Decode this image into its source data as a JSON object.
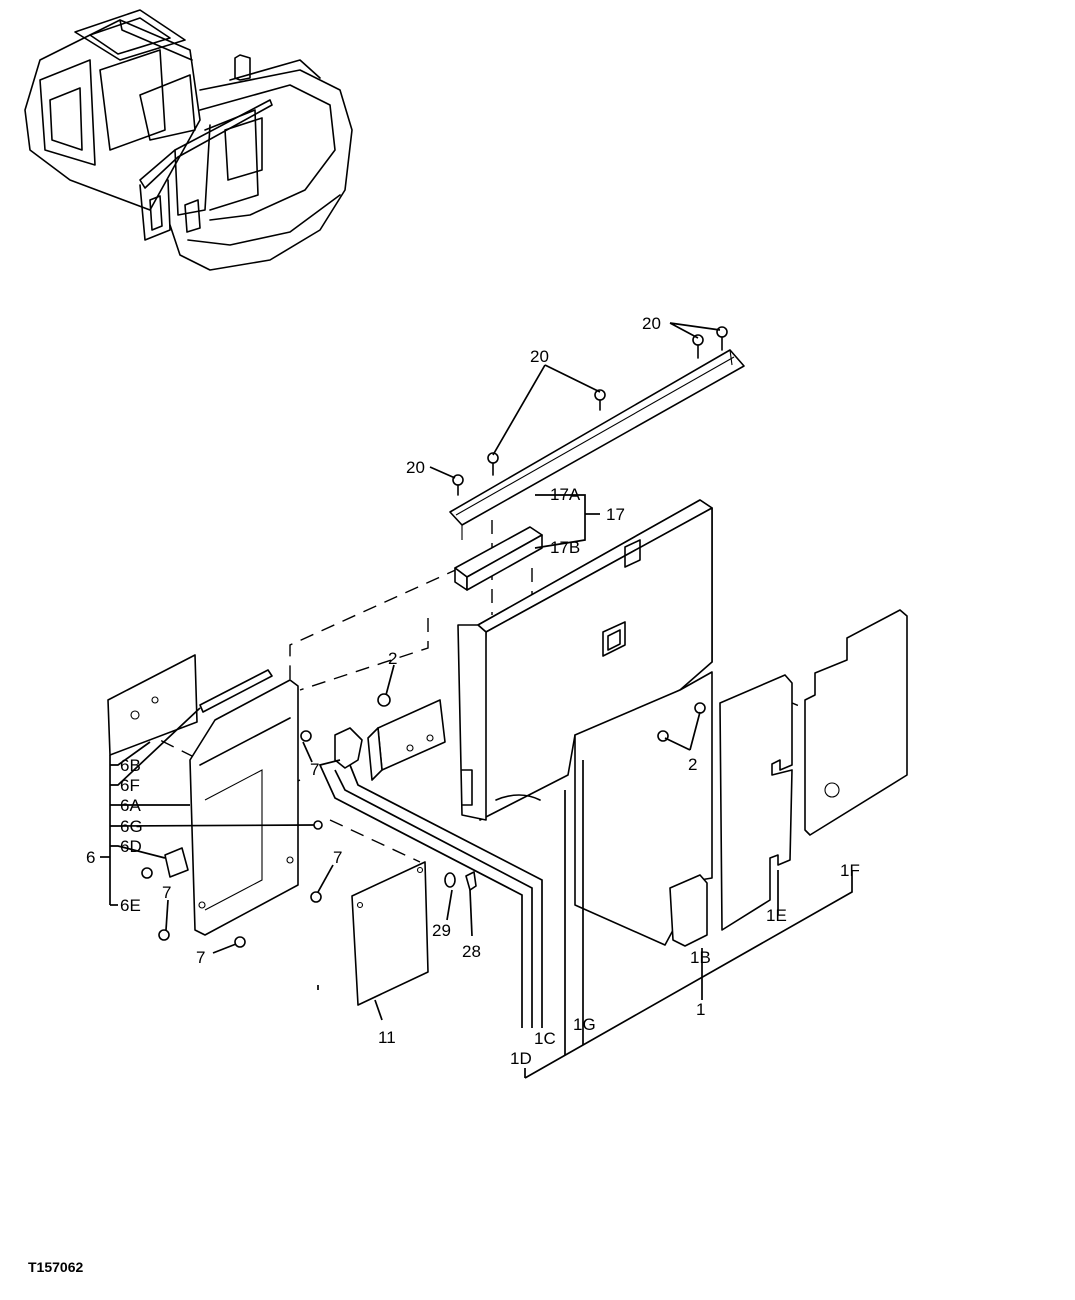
{
  "figure_id": "T157062",
  "callouts": {
    "c20a": "20",
    "c20b": "20",
    "c20c": "20",
    "c17": "17",
    "c17a": "17A",
    "c17b": "17B",
    "c2a": "2",
    "c2b": "2",
    "c6": "6",
    "c6b": "6B",
    "c6f": "6F",
    "c6a": "6A",
    "c6g": "6G",
    "c6d": "6D",
    "c6e": "6E",
    "c7a": "7",
    "c7b": "7",
    "c7c": "7",
    "c7d": "7",
    "c11": "11",
    "c29": "29",
    "c28": "28",
    "c1": "1",
    "c1b": "1B",
    "c1c": "1C",
    "c1d": "1D",
    "c1e": "1E",
    "c1f": "1F",
    "c1g": "1G"
  }
}
